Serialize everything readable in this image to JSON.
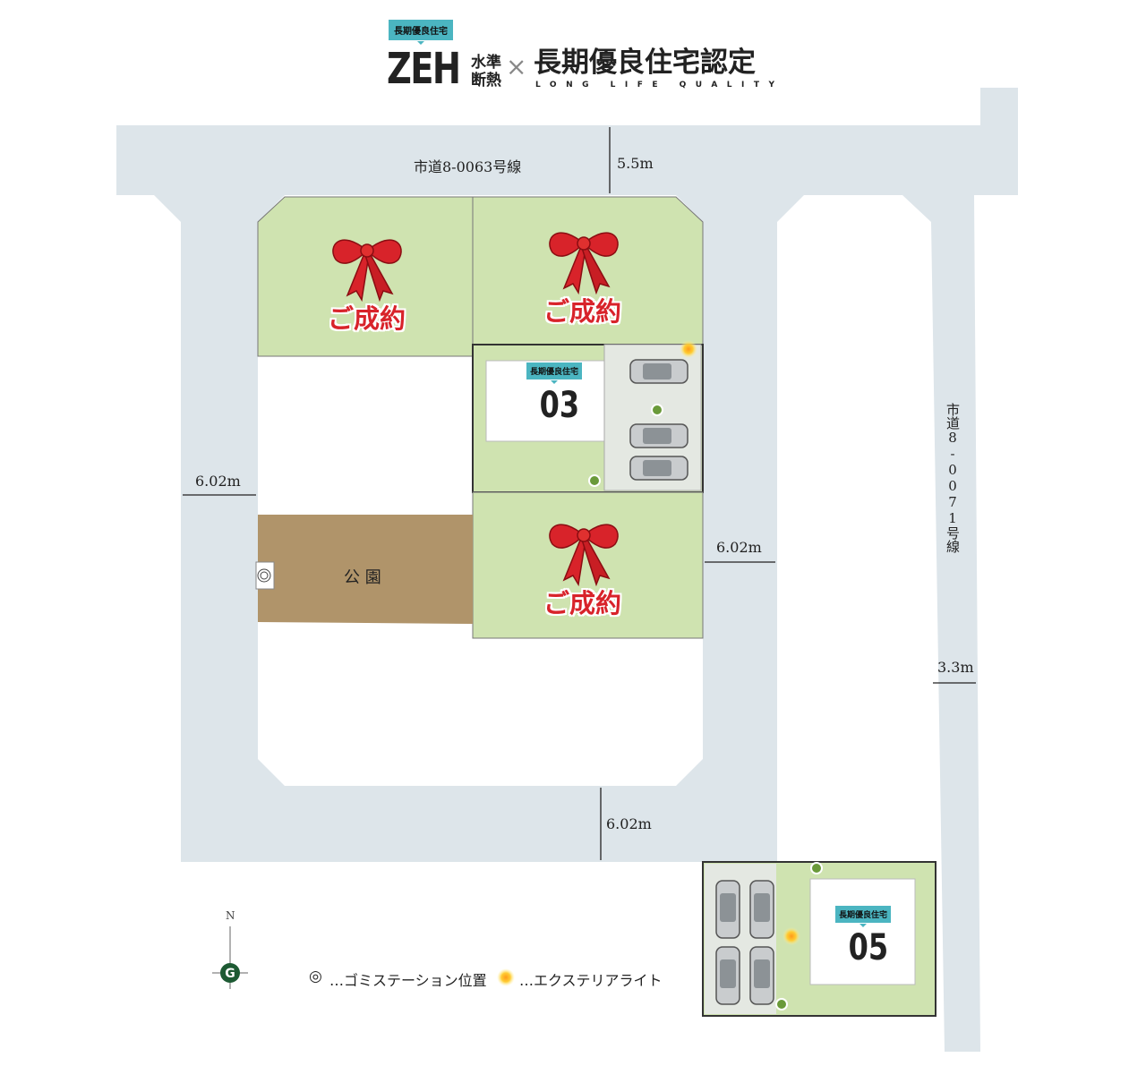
{
  "header": {
    "badge": "長期優良住宅",
    "zeh": "ZEH",
    "zeh_sub1": "水準",
    "zeh_sub2": "断熱",
    "times": "×",
    "title": "長期優良住宅認定",
    "subtitle": "LONG LIFE QUALITY"
  },
  "roads": {
    "top_name": "市道8-0063号線",
    "top_width": "5.5m",
    "right_name": "市道8-0071号線",
    "right_width": "3.3m",
    "left_width": "6.02m",
    "middle_width": "6.02m",
    "bottom_width": "6.02m"
  },
  "lots": [
    {
      "status": "ご成約"
    },
    {
      "status": "ご成約"
    },
    {
      "status": "ご成約"
    },
    {
      "badge": "長期優良住宅",
      "number": "03"
    },
    {
      "badge": "長期優良住宅",
      "number": "05"
    }
  ],
  "park": {
    "label": "公 園"
  },
  "compass": {
    "north": "N"
  },
  "legend": {
    "garbage_symbol": "◎",
    "garbage_label": "…ゴミステーション位置",
    "light_label": "…エクステリアライト"
  },
  "colors": {
    "road": "#dde5ea",
    "lot": "#cfe3b0",
    "park": "#b0946a",
    "sold": "#d8232a",
    "badge": "#4bb5c1"
  }
}
